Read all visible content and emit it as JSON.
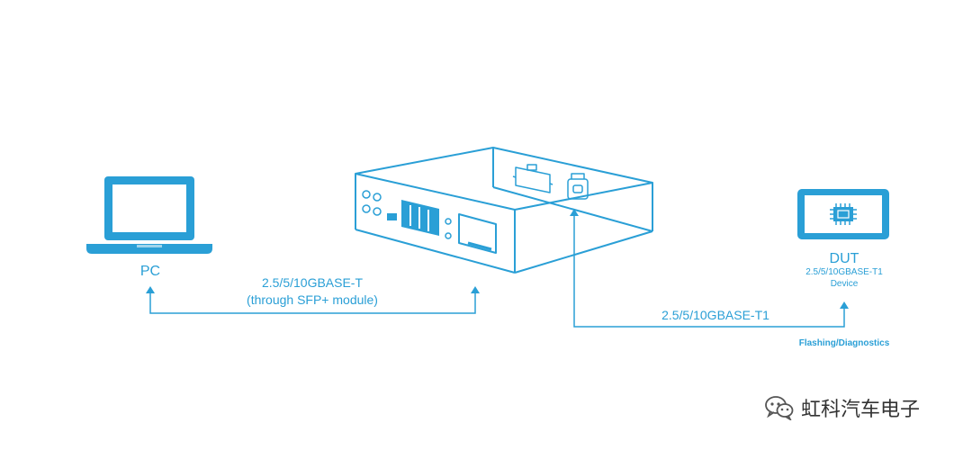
{
  "colors": {
    "accent": "#2a9fd6",
    "screen": "#2a9fd6",
    "text_dark": "#333333"
  },
  "pc": {
    "label": "PC",
    "icon": "laptop-icon"
  },
  "box": {
    "icon": "interface-box-icon"
  },
  "link_left": {
    "line1": "2.5/5/10GBASE-T",
    "line2": "(through SFP+ module)"
  },
  "dut": {
    "title": "DUT",
    "sub1": "2.5/5/10GBASE-T1",
    "sub2": "Device",
    "icon": "tablet-chip-icon"
  },
  "link_right": {
    "label": "2.5/5/10GBASE-T1"
  },
  "flashing": {
    "label": "Flashing/Diagnostics"
  },
  "watermark": {
    "text": "虹科汽车电子",
    "icon": "wechat-icon"
  }
}
